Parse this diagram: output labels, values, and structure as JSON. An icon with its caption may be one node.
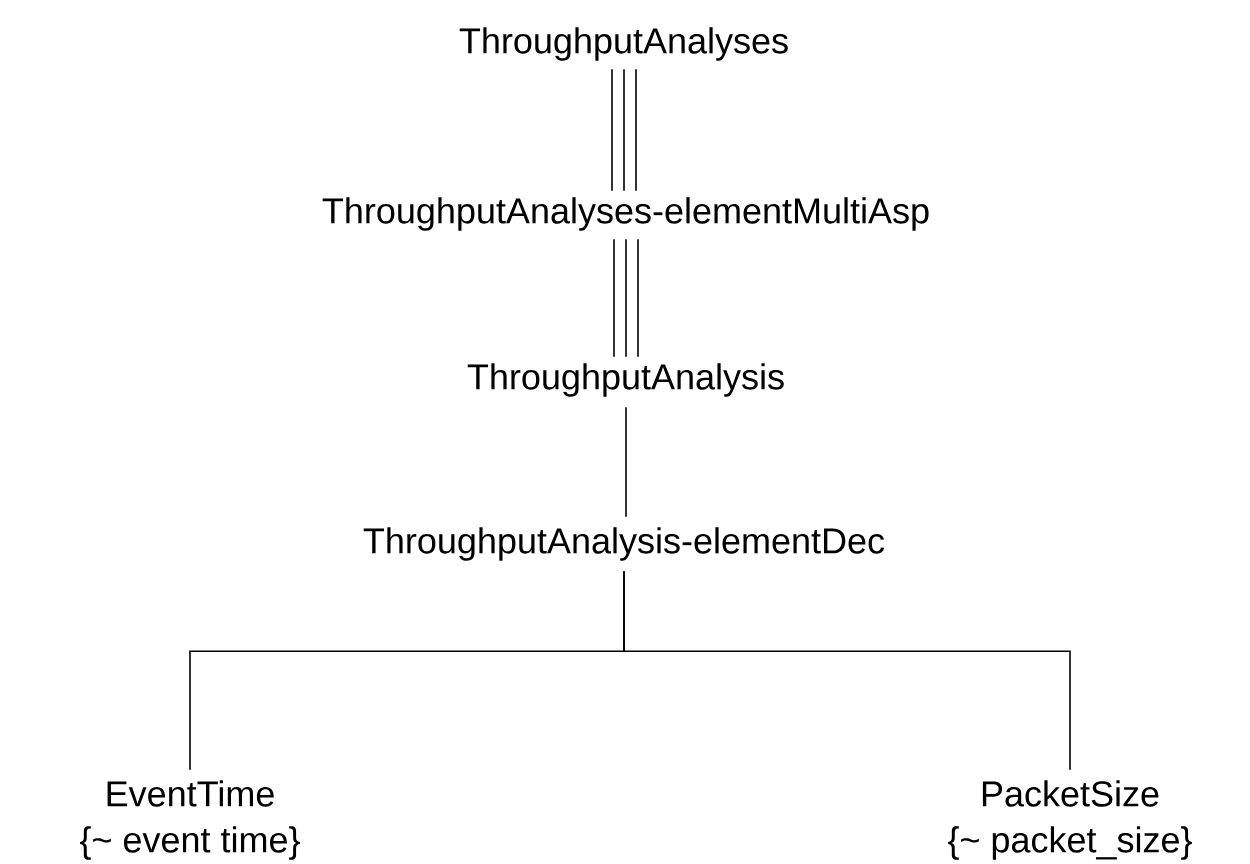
{
  "diagram": {
    "nodes": [
      {
        "text": [
          "ThroughputAnalyses"
        ]
      },
      {
        "text": [
          "ThroughputAnalyses-elementMultiAsp"
        ]
      },
      {
        "text": [
          "ThroughputAnalysis"
        ]
      },
      {
        "text": [
          "ThroughputAnalysis-elementDec"
        ]
      },
      {
        "text": [
          "EventTime",
          "{~ event time}"
        ]
      },
      {
        "text": [
          "PacketSize",
          "{~ packet_size}"
        ]
      }
    ],
    "edges": [
      {
        "from": 0,
        "to": 1,
        "arrow": "none"
      },
      {
        "from": 1,
        "to": 2,
        "arrow": "none"
      },
      {
        "from": 2,
        "to": 3,
        "arrow": "none"
      },
      {
        "from": 3,
        "to": 4,
        "arrow": "none"
      },
      {
        "from": 3,
        "to": 5,
        "arrow": "none"
      }
    ]
  }
}
